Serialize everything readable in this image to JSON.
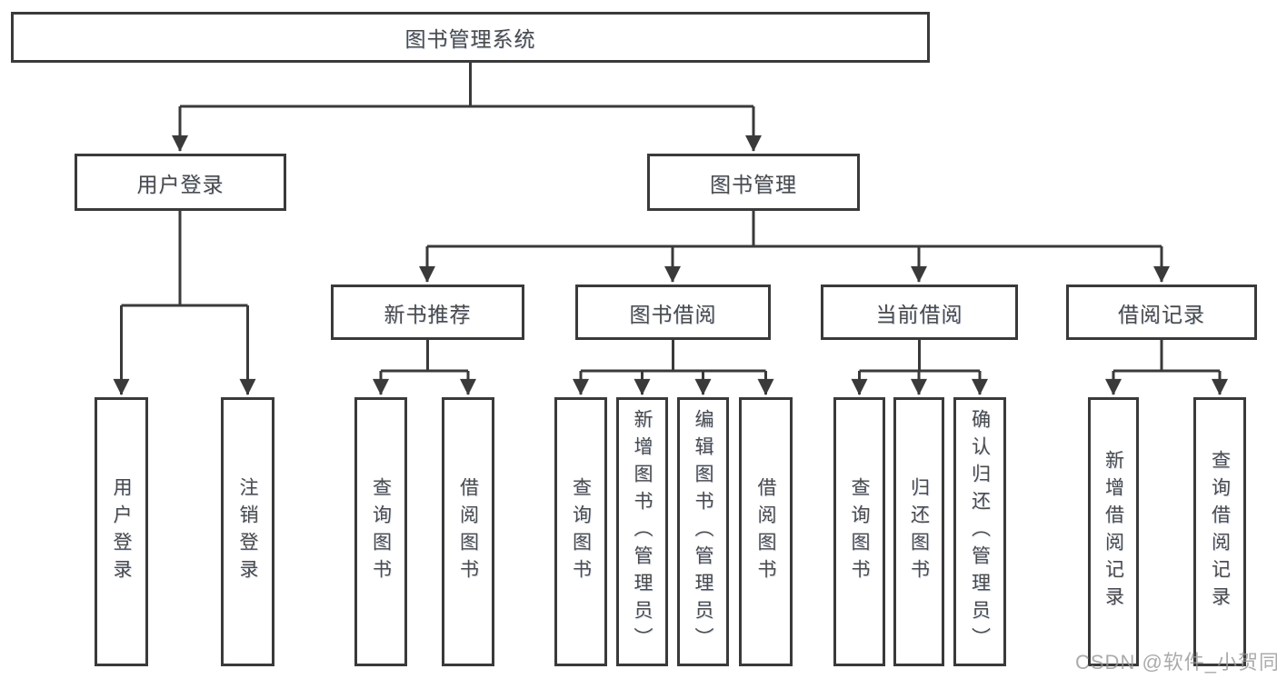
{
  "tree": {
    "root": "图书管理系统",
    "branches": [
      {
        "label": "用户登录",
        "children": [
          "用户登录",
          "注销登录"
        ]
      },
      {
        "label": "图书管理",
        "groups": [
          {
            "label": "新书推荐",
            "children": [
              "查询图书",
              "借阅图书"
            ]
          },
          {
            "label": "图书借阅",
            "children": [
              "查询图书",
              "新增图书（管理员）",
              "编辑图书（管理员）",
              "借阅图书"
            ]
          },
          {
            "label": "当前借阅",
            "children": [
              "查询图书",
              "归还图书",
              "确认归还（管理员）"
            ]
          },
          {
            "label": "借阅记录",
            "children": [
              "新增借阅记录",
              "查询借阅记录"
            ]
          }
        ]
      }
    ]
  },
  "watermark": {
    "text": "CSDN @软件_小贺同学"
  },
  "colors": {
    "line": "#3a3a3a",
    "text": "#4a4a4a",
    "background": "#ffffff",
    "watermark": "#9a9a9a"
  }
}
